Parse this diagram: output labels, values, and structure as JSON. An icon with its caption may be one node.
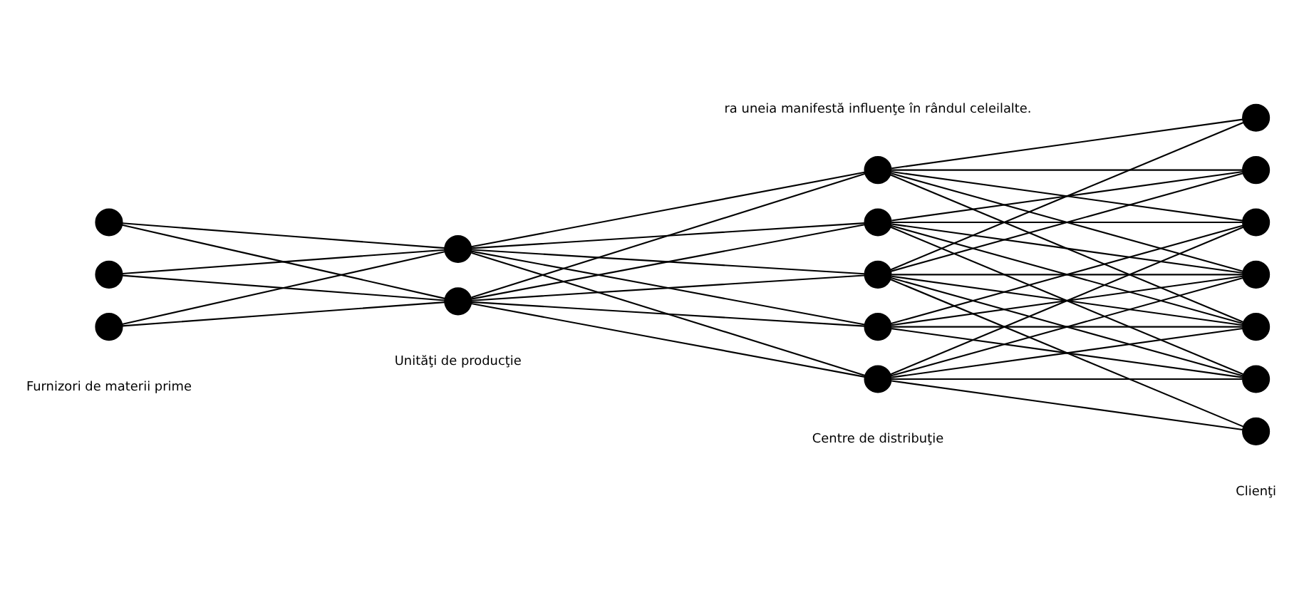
{
  "diagram": {
    "nodes": [
      {
        "text": [],
        "shape": "circle"
      },
      {
        "text": [],
        "shape": "circle"
      },
      {
        "text": [],
        "shape": "circle"
      },
      {
        "text": [],
        "shape": "circle"
      },
      {
        "text": [],
        "shape": "circle"
      },
      {
        "text": [],
        "shape": "circle"
      },
      {
        "text": [],
        "shape": "circle"
      },
      {
        "text": [],
        "shape": "circle"
      },
      {
        "text": [],
        "shape": "circle"
      },
      {
        "text": [],
        "shape": "circle"
      },
      {
        "text": [],
        "shape": "circle"
      },
      {
        "text": [],
        "shape": "circle"
      },
      {
        "text": [],
        "shape": "circle"
      },
      {
        "text": [],
        "shape": "circle"
      },
      {
        "text": [],
        "shape": "circle"
      },
      {
        "text": [],
        "shape": "circle"
      },
      {
        "text": [],
        "shape": "circle"
      }
    ],
    "edges": [
      {
        "from": 0,
        "to": 3,
        "arrow": "none"
      },
      {
        "from": 0,
        "to": 4,
        "arrow": "none"
      },
      {
        "from": 1,
        "to": 3,
        "arrow": "none"
      },
      {
        "from": 1,
        "to": 4,
        "arrow": "none"
      },
      {
        "from": 2,
        "to": 3,
        "arrow": "none"
      },
      {
        "from": 2,
        "to": 4,
        "arrow": "none"
      },
      {
        "from": 3,
        "to": 5,
        "arrow": "none"
      },
      {
        "from": 3,
        "to": 6,
        "arrow": "none"
      },
      {
        "from": 3,
        "to": 7,
        "arrow": "none"
      },
      {
        "from": 3,
        "to": 8,
        "arrow": "none"
      },
      {
        "from": 3,
        "to": 9,
        "arrow": "none"
      },
      {
        "from": 4,
        "to": 5,
        "arrow": "none"
      },
      {
        "from": 4,
        "to": 6,
        "arrow": "none"
      },
      {
        "from": 4,
        "to": 7,
        "arrow": "none"
      },
      {
        "from": 4,
        "to": 8,
        "arrow": "none"
      },
      {
        "from": 4,
        "to": 9,
        "arrow": "none"
      },
      {
        "from": 5,
        "to": 10,
        "arrow": "none"
      },
      {
        "from": 5,
        "to": 11,
        "arrow": "none"
      },
      {
        "from": 5,
        "to": 12,
        "arrow": "none"
      },
      {
        "from": 5,
        "to": 13,
        "arrow": "none"
      },
      {
        "from": 5,
        "to": 14,
        "arrow": "none"
      },
      {
        "from": 6,
        "to": 11,
        "arrow": "none"
      },
      {
        "from": 6,
        "to": 12,
        "arrow": "none"
      },
      {
        "from": 6,
        "to": 13,
        "arrow": "none"
      },
      {
        "from": 6,
        "to": 14,
        "arrow": "none"
      },
      {
        "from": 6,
        "to": 15,
        "arrow": "none"
      },
      {
        "from": 7,
        "to": 10,
        "arrow": "none"
      },
      {
        "from": 7,
        "to": 11,
        "arrow": "none"
      },
      {
        "from": 7,
        "to": 13,
        "arrow": "none"
      },
      {
        "from": 7,
        "to": 14,
        "arrow": "none"
      },
      {
        "from": 7,
        "to": 15,
        "arrow": "none"
      },
      {
        "from": 7,
        "to": 16,
        "arrow": "none"
      },
      {
        "from": 8,
        "to": 12,
        "arrow": "none"
      },
      {
        "from": 8,
        "to": 13,
        "arrow": "none"
      },
      {
        "from": 8,
        "to": 14,
        "arrow": "none"
      },
      {
        "from": 8,
        "to": 15,
        "arrow": "none"
      },
      {
        "from": 9,
        "to": 12,
        "arrow": "none"
      },
      {
        "from": 9,
        "to": 13,
        "arrow": "none"
      },
      {
        "from": 9,
        "to": 14,
        "arrow": "none"
      },
      {
        "from": 9,
        "to": 15,
        "arrow": "none"
      },
      {
        "from": 9,
        "to": 16,
        "arrow": "none"
      }
    ],
    "labels": [
      "ra uneia manifestă influenţe în rândul celeilalte.",
      "Furnizori de materii prime",
      "Unităţi de producţie",
      "Centre de distribuţie",
      "Clienţi"
    ]
  }
}
